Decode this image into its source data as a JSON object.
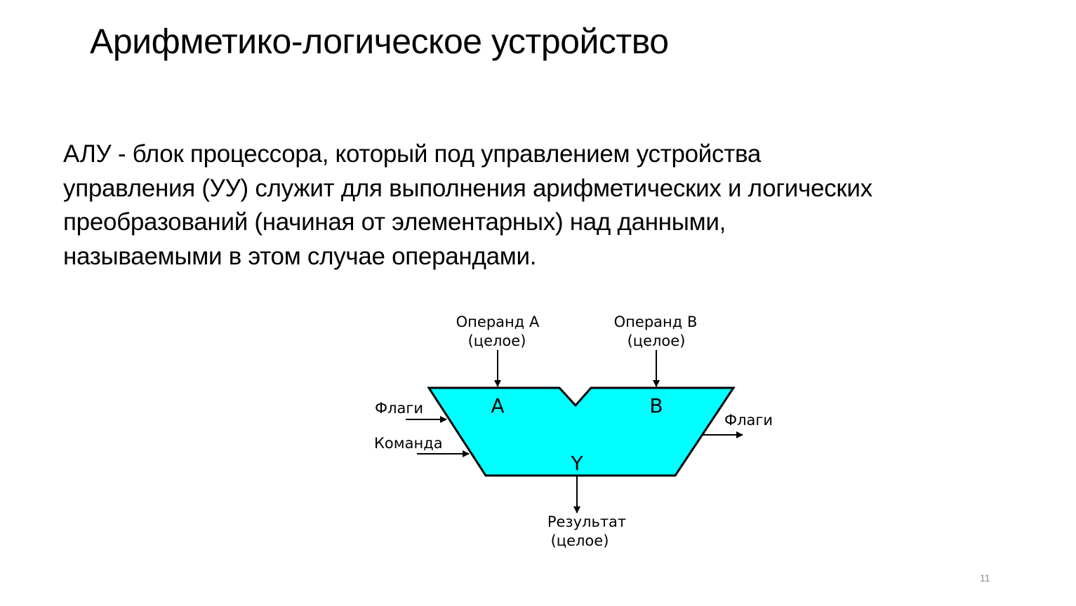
{
  "slide": {
    "title": "Арифметико-логическое устройство",
    "body_lines": [
      "АЛУ - блок процессора, который под управлением устройства",
      "управления (УУ) служит для выполнения арифметических и логических",
      "преобразований (начиная от элементарных) над данными,",
      "называемыми в этом случае операндами."
    ],
    "page_number": "11"
  },
  "diagram": {
    "fill_color": "#00FFFF",
    "operand_a": {
      "name": "Операнд A",
      "type": "(целое)"
    },
    "operand_b": {
      "name": "Операнд B",
      "type": "(целое)"
    },
    "port_a": "A",
    "port_b": "B",
    "port_y": "Y",
    "flags_in": "Флаги",
    "command": "Команда",
    "flags_out": "Флаги",
    "result": {
      "name": "Результат",
      "type": "(целое)"
    }
  }
}
